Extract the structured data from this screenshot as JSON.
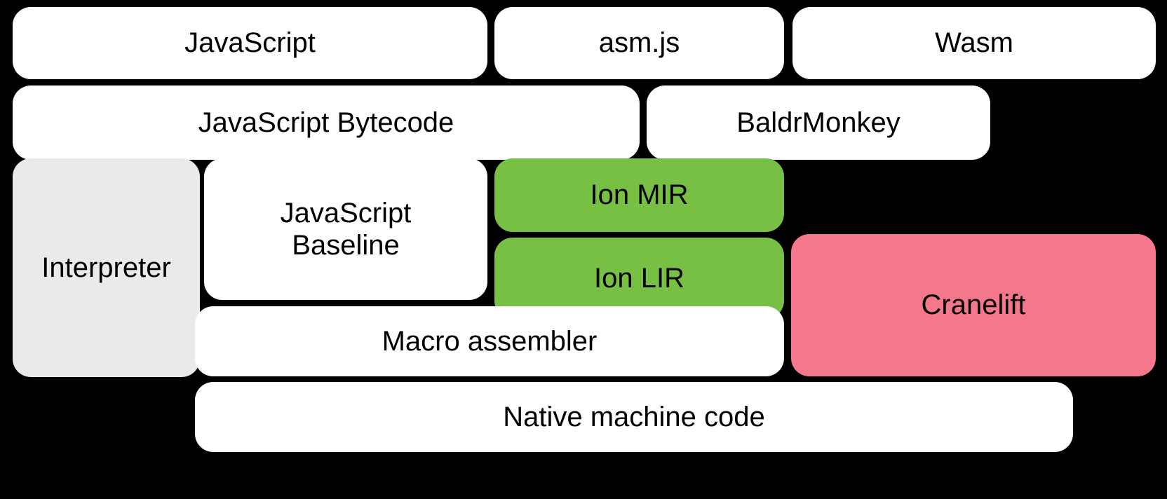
{
  "diagram": {
    "title": "SpiderMonkey compilation pipeline",
    "background_color": "#000000",
    "palette": {
      "white": "#FFFFFF",
      "grey": "#EAEAEA",
      "green": "#77C043",
      "pink": "#F5778B",
      "text": "#000000"
    },
    "rows": [
      {
        "name": "source-languages",
        "nodes": [
          "javascript",
          "asmjs",
          "wasm"
        ]
      },
      {
        "name": "intermediate-representations",
        "nodes": [
          "js-bytecode",
          "baldrmonkey"
        ]
      },
      {
        "name": "execution-tiers",
        "nodes": [
          "interpreter",
          "js-baseline",
          "ion-mir",
          "ion-lir",
          "cranelift",
          "macro-assembler"
        ]
      },
      {
        "name": "output",
        "nodes": [
          "native-code"
        ]
      }
    ],
    "nodes": {
      "javascript": {
        "label": "JavaScript",
        "fill": "#FFFFFF"
      },
      "asmjs": {
        "label": "asm.js",
        "fill": "#FFFFFF"
      },
      "wasm": {
        "label": "Wasm",
        "fill": "#FFFFFF"
      },
      "js_bytecode": {
        "label": "JavaScript Bytecode",
        "fill": "#FFFFFF"
      },
      "baldrmonkey": {
        "label": "BaldrMonkey",
        "fill": "#FFFFFF"
      },
      "interpreter": {
        "label": "Interpreter",
        "fill": "#EAEAEA"
      },
      "js_baseline": {
        "label": "JavaScript\nBaseline",
        "fill": "#FFFFFF"
      },
      "ion_mir": {
        "label": "Ion MIR",
        "fill": "#77C043"
      },
      "ion_lir": {
        "label": "Ion LIR",
        "fill": "#77C043"
      },
      "cranelift": {
        "label": "Cranelift",
        "fill": "#F5778B"
      },
      "macro_assembler": {
        "label": "Macro assembler",
        "fill": "#FFFFFF"
      },
      "native_code": {
        "label": "Native machine code",
        "fill": "#FFFFFF"
      }
    }
  }
}
